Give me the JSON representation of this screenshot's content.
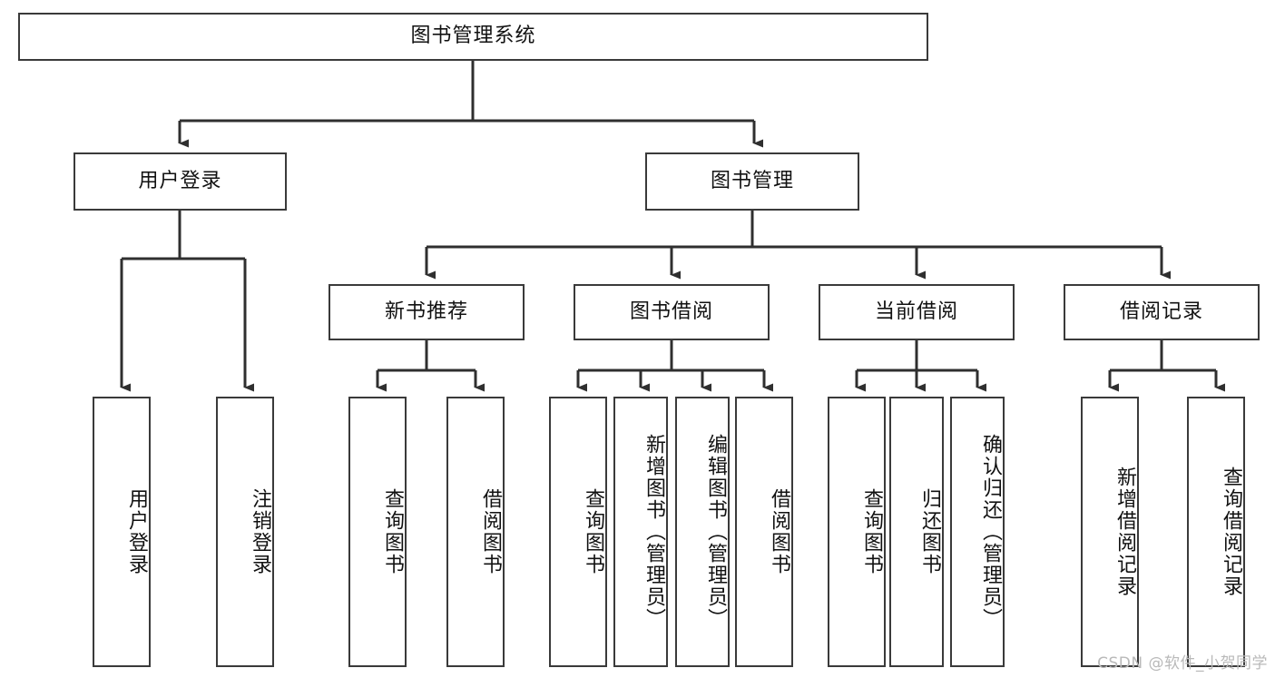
{
  "diagram": {
    "title": "图书管理系统",
    "watermark": "CSDN @软件_小贺同学",
    "colors": {
      "background": "#ffffff",
      "box_border": "#3a3a3a",
      "box_fill": "#ffffff",
      "connector": "#2f2f2f",
      "text": "#111111",
      "watermark": "#b9b9b9"
    },
    "root": {
      "label": "图书管理系统"
    },
    "level1": [
      {
        "id": "user-login",
        "label": "用户登录"
      },
      {
        "id": "book-management",
        "label": "图书管理"
      }
    ],
    "level2": [
      {
        "id": "new-book-recommend",
        "label": "新书推荐"
      },
      {
        "id": "book-borrow",
        "label": "图书借阅"
      },
      {
        "id": "current-borrow",
        "label": "当前借阅"
      },
      {
        "id": "borrow-record",
        "label": "借阅记录"
      }
    ],
    "leaves": {
      "user_login": [
        {
          "id": "leaf-user-login",
          "label": "用户登录"
        },
        {
          "id": "leaf-logout-login",
          "label": "注销登录"
        }
      ],
      "new_book_recommend": [
        {
          "id": "leaf-query-book-1",
          "label": "查询图书"
        },
        {
          "id": "leaf-borrow-book-1",
          "label": "借阅图书"
        }
      ],
      "book_borrow": [
        {
          "id": "leaf-query-book-2",
          "label": "查询图书"
        },
        {
          "id": "leaf-add-book",
          "label": "新增图书（管理员）"
        },
        {
          "id": "leaf-edit-book",
          "label": "编辑图书（管理员）"
        },
        {
          "id": "leaf-borrow-book-2",
          "label": "借阅图书"
        }
      ],
      "current_borrow": [
        {
          "id": "leaf-query-book-3",
          "label": "查询图书"
        },
        {
          "id": "leaf-return-book",
          "label": "归还图书"
        },
        {
          "id": "leaf-confirm-return",
          "label": "确认归还（管理员）"
        }
      ],
      "borrow_record": [
        {
          "id": "leaf-add-borrow-record",
          "label": "新增借阅记录"
        },
        {
          "id": "leaf-query-borrow-record",
          "label": "查询借阅记录"
        }
      ]
    }
  }
}
